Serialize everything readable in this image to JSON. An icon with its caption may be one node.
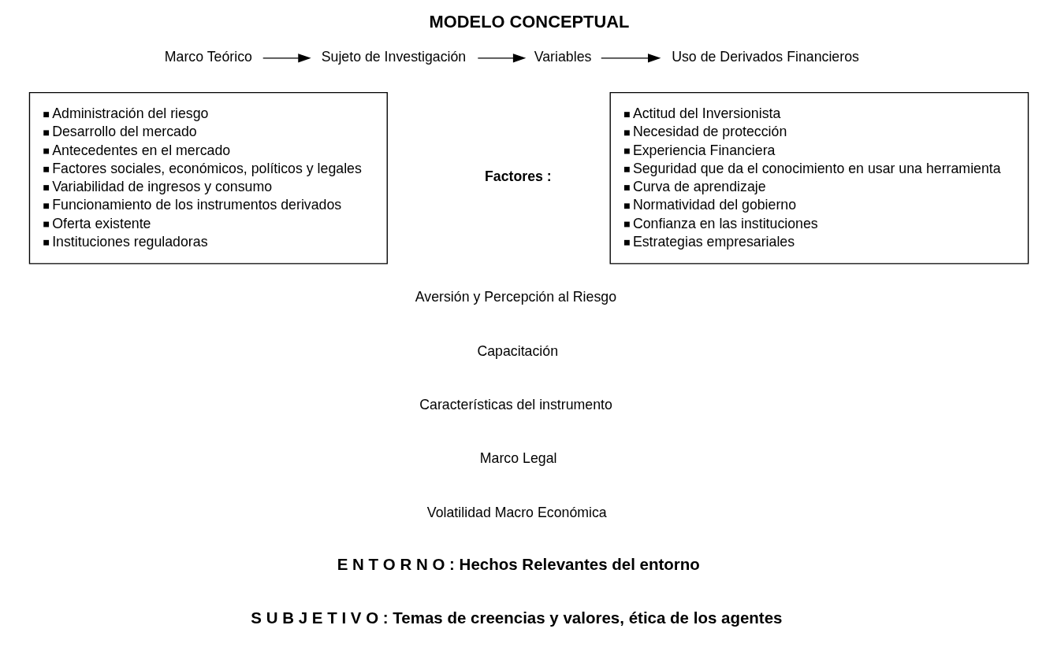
{
  "diagram": {
    "title": "MODELO CONCEPTUAL",
    "nodes": [
      {
        "text": [
          "Marco Teórico"
        ]
      },
      {
        "text": [
          "Sujeto de Investigación"
        ]
      },
      {
        "text": [
          "Variables"
        ]
      },
      {
        "text": [
          "Uso de Derivados Financieros"
        ]
      },
      {
        "text": [
          "Administración del riesgo",
          "Desarrollo del mercado",
          "Antecedentes en el mercado",
          "Factores sociales, económicos, políticos y legales",
          "Variabilidad de ingresos y consumo",
          "Funcionamiento de los instrumentos derivados",
          "Oferta existente",
          "Instituciones reguladoras"
        ]
      },
      {
        "text": [
          "Actitud del Inversionista",
          "Necesidad de protección",
          "Experiencia Financiera",
          "Seguridad que da el conocimiento en usar una herramienta",
          "Curva de aprendizaje",
          "Normatividad del gobierno",
          "Confianza en las instituciones",
          "Estrategias empresariales"
        ]
      }
    ],
    "edges": [
      {
        "from": 0,
        "to": 1,
        "arrow": "to"
      },
      {
        "from": 1,
        "to": 2,
        "arrow": "to"
      },
      {
        "from": 2,
        "to": 3,
        "arrow": "to"
      }
    ],
    "labels": [
      "Factores :",
      "Aversión y Percepción al Riesgo",
      "Capacitación",
      "Características del instrumento",
      "Marco Legal",
      "Volatilidad Macro Económica",
      "E N T O R N O : Hechos Relevantes del entorno",
      "S U B J E T I V O : Temas de creencias y valores, ética de los agentes"
    ]
  }
}
